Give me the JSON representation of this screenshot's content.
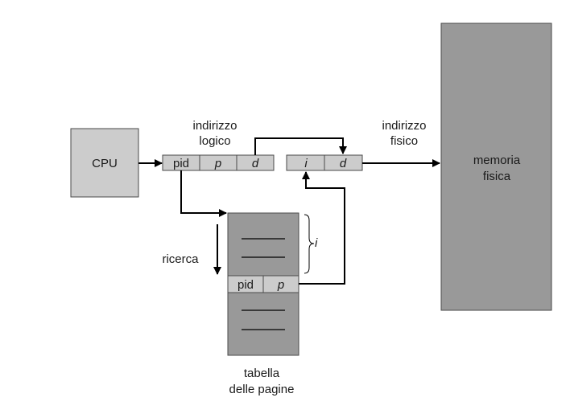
{
  "cpu": {
    "label": "CPU"
  },
  "logical_address": {
    "title_line1": "indirizzo",
    "title_line2": "logico",
    "fields": [
      "pid",
      "p",
      "d"
    ]
  },
  "physical_address": {
    "title_line1": "indirizzo",
    "title_line2": "fisico",
    "fields": [
      "i",
      "d"
    ]
  },
  "physical_memory": {
    "label_line1": "memoria",
    "label_line2": "fisica"
  },
  "page_table": {
    "caption_line1": "tabella",
    "caption_line2": "delle pagine",
    "entry_fields": [
      "pid",
      "p"
    ],
    "brace_label": "i"
  },
  "search": {
    "label": "ricerca"
  },
  "colors": {
    "box_gray": "#cccccc",
    "memory_gray": "#999999",
    "table_gray": "#999999",
    "line": "#000000"
  }
}
